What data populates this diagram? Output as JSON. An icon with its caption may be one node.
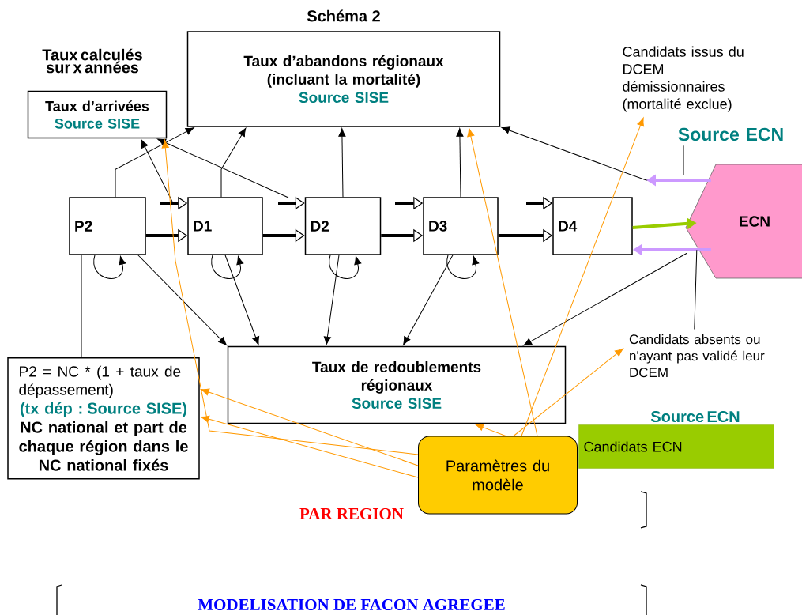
{
  "diagram": {
    "title": "Schéma 2",
    "nodes": [
      {
        "text": [
          "Taux d’arrivées",
          "Source SISE"
        ],
        "beside": [
          "Taux calculés sur x années"
        ]
      },
      {
        "text": [
          "Taux d’abandons régionaux (incluant la mortalité)",
          "Source SISE"
        ]
      },
      {
        "text": [
          "Candidats issus du DCEM démissionnaires (mortalité exclue)"
        ]
      },
      {
        "text": [
          "Source ECN"
        ]
      },
      {
        "text": [
          "P2"
        ]
      },
      {
        "text": [
          "D1"
        ]
      },
      {
        "text": [
          "D2"
        ]
      },
      {
        "text": [
          "D3"
        ]
      },
      {
        "text": [
          "D4"
        ]
      },
      {
        "text": [
          "ECN"
        ]
      },
      {
        "text": [
          "Taux de redoublements régionaux",
          "Source SISE"
        ]
      },
      {
        "text": [
          "Candidats absents ou n'ayant pas validé leur DCEM"
        ]
      },
      {
        "text": [
          "P2 = NC * (1 + taux de dépassement)",
          "(tx dép : Source SISE)",
          "NC national et part de chaque région dans le NC national fixés"
        ]
      },
      {
        "text": [
          "Paramètres du modèle"
        ]
      },
      {
        "text": [
          "Candidats ECN"
        ],
        "beside": [
          "Source ECN"
        ]
      }
    ],
    "edges": [
      {
        "from": 4,
        "to": 5,
        "arrow": "to",
        "style": "thick"
      },
      {
        "from": 5,
        "to": 6,
        "arrow": "to",
        "style": "thick"
      },
      {
        "from": 6,
        "to": 7,
        "arrow": "to",
        "style": "thick"
      },
      {
        "from": 7,
        "to": 8,
        "arrow": "to",
        "style": "thick"
      },
      {
        "from": null,
        "to": 5,
        "arrow": "to",
        "style": "thick"
      },
      {
        "from": null,
        "to": 6,
        "arrow": "to",
        "style": "thick"
      },
      {
        "from": null,
        "to": 7,
        "arrow": "to",
        "style": "thick"
      },
      {
        "from": null,
        "to": 8,
        "arrow": "to",
        "style": "thick"
      },
      {
        "from": null,
        "to": 0,
        "arrow": "to"
      },
      {
        "from": null,
        "to": 0,
        "arrow": "to"
      },
      {
        "from": 4,
        "to": 1,
        "arrow": "to"
      },
      {
        "from": 5,
        "to": 1,
        "arrow": "to"
      },
      {
        "from": 6,
        "to": 1,
        "arrow": "to"
      },
      {
        "from": 7,
        "to": 1,
        "arrow": "to"
      },
      {
        "from": 4,
        "to": 4,
        "arrow": "to"
      },
      {
        "from": 5,
        "to": 5,
        "arrow": "to"
      },
      {
        "from": 6,
        "to": 6,
        "arrow": "to"
      },
      {
        "from": 7,
        "to": 7,
        "arrow": "to"
      },
      {
        "from": 4,
        "to": 10,
        "arrow": "to"
      },
      {
        "from": 5,
        "to": 10,
        "arrow": "to"
      },
      {
        "from": 6,
        "to": 10,
        "arrow": "to"
      },
      {
        "from": 7,
        "to": 10,
        "arrow": "to"
      },
      {
        "from": 9,
        "to": 1,
        "arrow": "to"
      },
      {
        "from": 9,
        "to": 10,
        "arrow": "to"
      },
      {
        "from": 9,
        "to": null,
        "arrow": "to",
        "style": "thick",
        "color": "#cc99ff"
      },
      {
        "from": 8,
        "to": 9,
        "arrow": "to",
        "style": "thick",
        "color": "#99cc00"
      },
      {
        "from": 9,
        "to": 8,
        "arrow": "to",
        "style": "thick",
        "color": "#cc99ff"
      },
      {
        "from": 3,
        "to": null,
        "arrow": "none"
      },
      {
        "from": 11,
        "to": 9,
        "arrow": "none"
      },
      {
        "from": 4,
        "to": 12,
        "arrow": "none"
      },
      {
        "from": 13,
        "to": 0,
        "arrow": "to",
        "color": "#ff9900"
      },
      {
        "from": 13,
        "to": 1,
        "arrow": "to",
        "color": "#ff9900"
      },
      {
        "from": 13,
        "to": 2,
        "arrow": "to",
        "color": "#ff9900"
      },
      {
        "from": 13,
        "to": 10,
        "arrow": "to",
        "color": "#ff9900"
      },
      {
        "from": 13,
        "to": 11,
        "arrow": "to",
        "color": "#ff9900"
      },
      {
        "from": 13,
        "to": 12,
        "arrow": "to",
        "color": "#ff9900"
      },
      {
        "from": 13,
        "to": 12,
        "arrow": "to",
        "color": "#ff9900"
      }
    ],
    "labels": [
      "PAR REGION",
      "MODELISATION DE FACON AGREGEE"
    ]
  }
}
